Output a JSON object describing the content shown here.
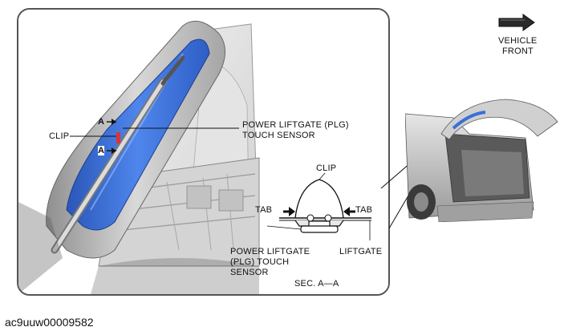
{
  "callout_labels": {
    "clip": "CLIP",
    "section_marker_top": "A",
    "section_marker_bottom": "A",
    "plg_sensor_line1": "POWER LIFTGATE (PLG)",
    "plg_sensor_line2": "TOUCH SENSOR"
  },
  "section": {
    "clip": "CLIP",
    "tab_left": "TAB",
    "tab_right": "TAB",
    "sensor_line1": "POWER LIFTGATE",
    "sensor_line2": "(PLG) TOUCH",
    "sensor_line3": "SENSOR",
    "liftgate": "LIFTGATE",
    "title": "SEC. A—A"
  },
  "orientation": {
    "line1": "VEHICLE",
    "line2": "FRONT"
  },
  "figure_id": "ac9uuw00009582",
  "colors": {
    "sensor_blue": "#3a6fd8",
    "trim_gray": "#c4c4c4",
    "frame": "#555555"
  }
}
